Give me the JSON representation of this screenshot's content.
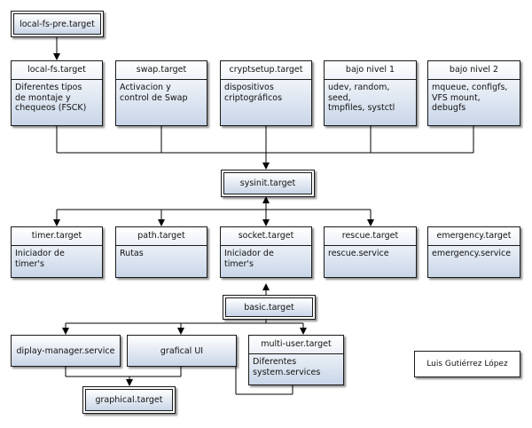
{
  "top": {
    "local_fs_pre": "local-fs-pre.target"
  },
  "row1": [
    {
      "title": "local-fs.target",
      "desc": "Diferentes tipos\nde montaje y\nchequeos (FSCK)"
    },
    {
      "title": "swap.target",
      "desc": "Activacion y\ncontrol de Swap"
    },
    {
      "title": "cryptsetup.target",
      "desc": "dispositivos\ncriptográficos"
    },
    {
      "title": "bajo nivel 1",
      "desc": "udev, random, seed,\ntmpfiles, systctl"
    },
    {
      "title": "bajo nivel 2",
      "desc": "mqueue, configfs,\nVFS mount, debugfs"
    }
  ],
  "sysinit": "sysinit.target",
  "row2": [
    {
      "title": "timer.target",
      "desc": "Iniciador de\ntimer's"
    },
    {
      "title": "path.target",
      "desc": "Rutas"
    },
    {
      "title": "socket.target",
      "desc": "Iniciador de\ntimer's"
    },
    {
      "title": "rescue.target",
      "desc": "rescue.service"
    },
    {
      "title": "emergency.target",
      "desc": "emergency.service"
    }
  ],
  "basic": "basic.target",
  "row3": {
    "display_manager": "diplay-manager.service",
    "grafical_ui": "grafical UI",
    "multi_user": {
      "title": "multi-user.target",
      "desc": "Diferentes\nsystem.services"
    }
  },
  "graphical": "graphical.target",
  "author": "Luis Gutiérrez López"
}
